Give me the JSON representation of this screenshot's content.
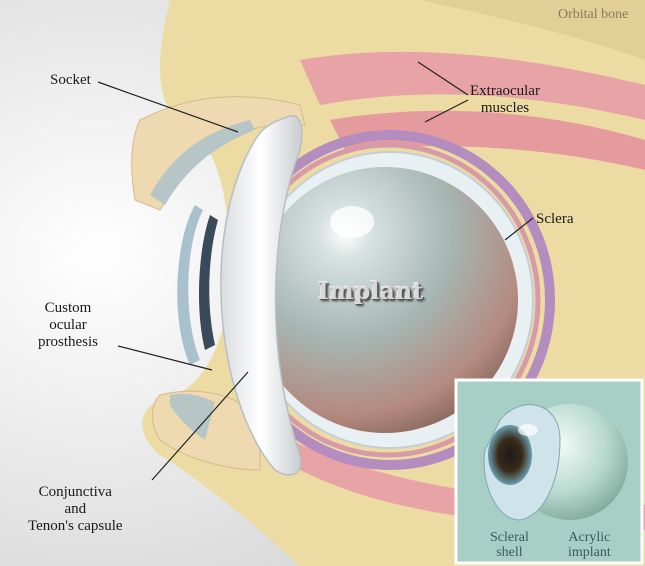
{
  "labels": {
    "orbital_bone": "Orbital bone",
    "socket": "Socket",
    "extraocular_1": "Extraocular",
    "extraocular_2": "muscles",
    "sclera": "Sclera",
    "implant": "Implant",
    "prosthesis_1": "Custom",
    "prosthesis_2": "ocular",
    "prosthesis_3": "prosthesis",
    "conjunctiva_1": "Conjunctiva",
    "conjunctiva_2": "and",
    "conjunctiva_3": "Tenon's capsule"
  },
  "inset": {
    "shell_1": "Scleral",
    "shell_2": "shell",
    "acrylic_1": "Acrylic",
    "acrylic_2": "implant"
  },
  "colors": {
    "orbital_fat": "#e9d8a0",
    "muscle": "#e8a0a0",
    "tenon": "#b890c0",
    "sclera": "#e6eef2",
    "implant": "#9fb3b0",
    "background": "#e8e8e8",
    "inset_background": "#a8cfc6"
  }
}
